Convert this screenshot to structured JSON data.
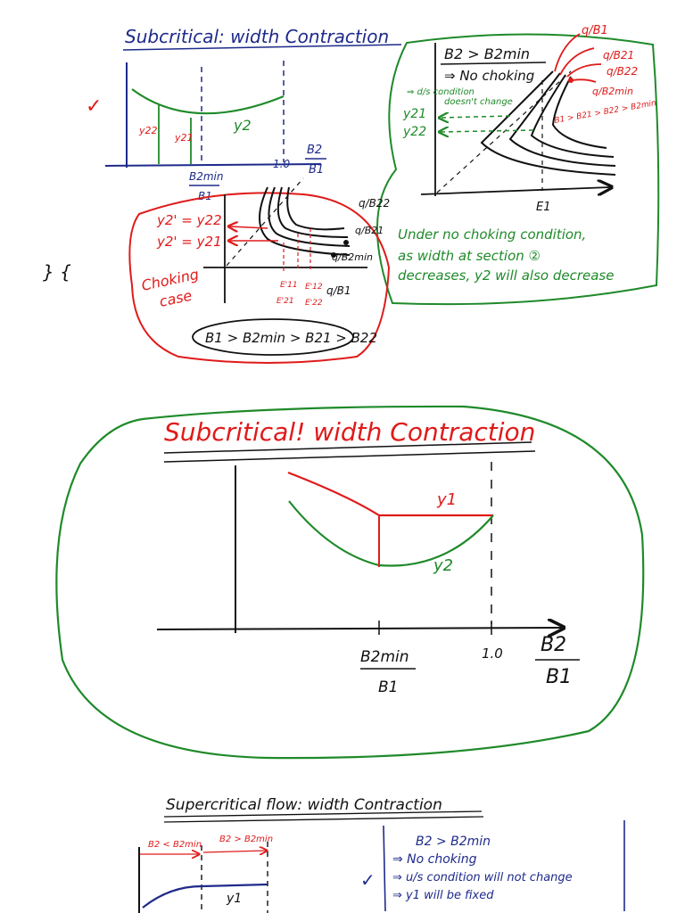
{
  "colors": {
    "ink_black": "#111111",
    "ink_blue": "#1e2a8a",
    "ink_red": "#e01a1a",
    "ink_green": "#1f8a2a"
  },
  "top_sketch": {
    "title": "Subcritical: width Contraction",
    "curve_label": "y2",
    "y22_label": "y22",
    "y21_label": "y21",
    "x_tick_b2min_top": "B2min",
    "x_tick_b2min_bottom": "B1",
    "x_tick_one": "1.0",
    "x_axis_top": "B2",
    "x_axis_bottom": "B1"
  },
  "green_box": {
    "condition_line1": "B2 > B2min",
    "condition_line2": "⇒ No choking",
    "ds_note_line1": "⇒ d/s condition",
    "ds_note_line2": "doesn't change",
    "y21_label": "y21",
    "y22_label": "y22",
    "curve_labels": [
      "q/B1",
      "q/B21",
      "q/B22",
      "q/B2min"
    ],
    "inequality": "B1 > B21 > B22 > B2min",
    "e1_label": "E1",
    "note_line1": "Under no choking condition,",
    "note_line2": "as width at section ②",
    "note_line3": "decreases, y2 will also decrease"
  },
  "red_box": {
    "y2prime_eq1": "y2' = y22",
    "y2prime_eq2": "y2' = y21",
    "curve_labels": [
      "q/B22",
      "q/B21",
      "q/B2min",
      "q/B1"
    ],
    "e_labels": [
      "E'11",
      "E'21",
      "E'12",
      "E'22"
    ],
    "case_line1": "Choking",
    "case_line2": "case",
    "inequality": "B1 > B2min > B21 > B22"
  },
  "margin_marks": {
    "checkmark": "✓",
    "brace": "} {"
  },
  "middle_graph": {
    "title": "Subcritical! width Contraction",
    "y1_label": "y1",
    "y2_label": "y2",
    "x_tick_b2min_top": "B2min",
    "x_tick_b2min_bottom": "B1",
    "x_tick_one": "1.0",
    "x_axis_top": "B2",
    "x_axis_bottom": "B1"
  },
  "bottom_section": {
    "title": "Supercritical flow: width Contraction",
    "region_left": "B2 < B2min",
    "region_right": "B2 > B2min",
    "curve_label": "y1",
    "note_line1": "B2 > B2min",
    "note_line2": "⇒ No choking",
    "note_line3": "⇒ u/s condition will not change",
    "note_line4": "⇒ y1 will be fixed"
  }
}
